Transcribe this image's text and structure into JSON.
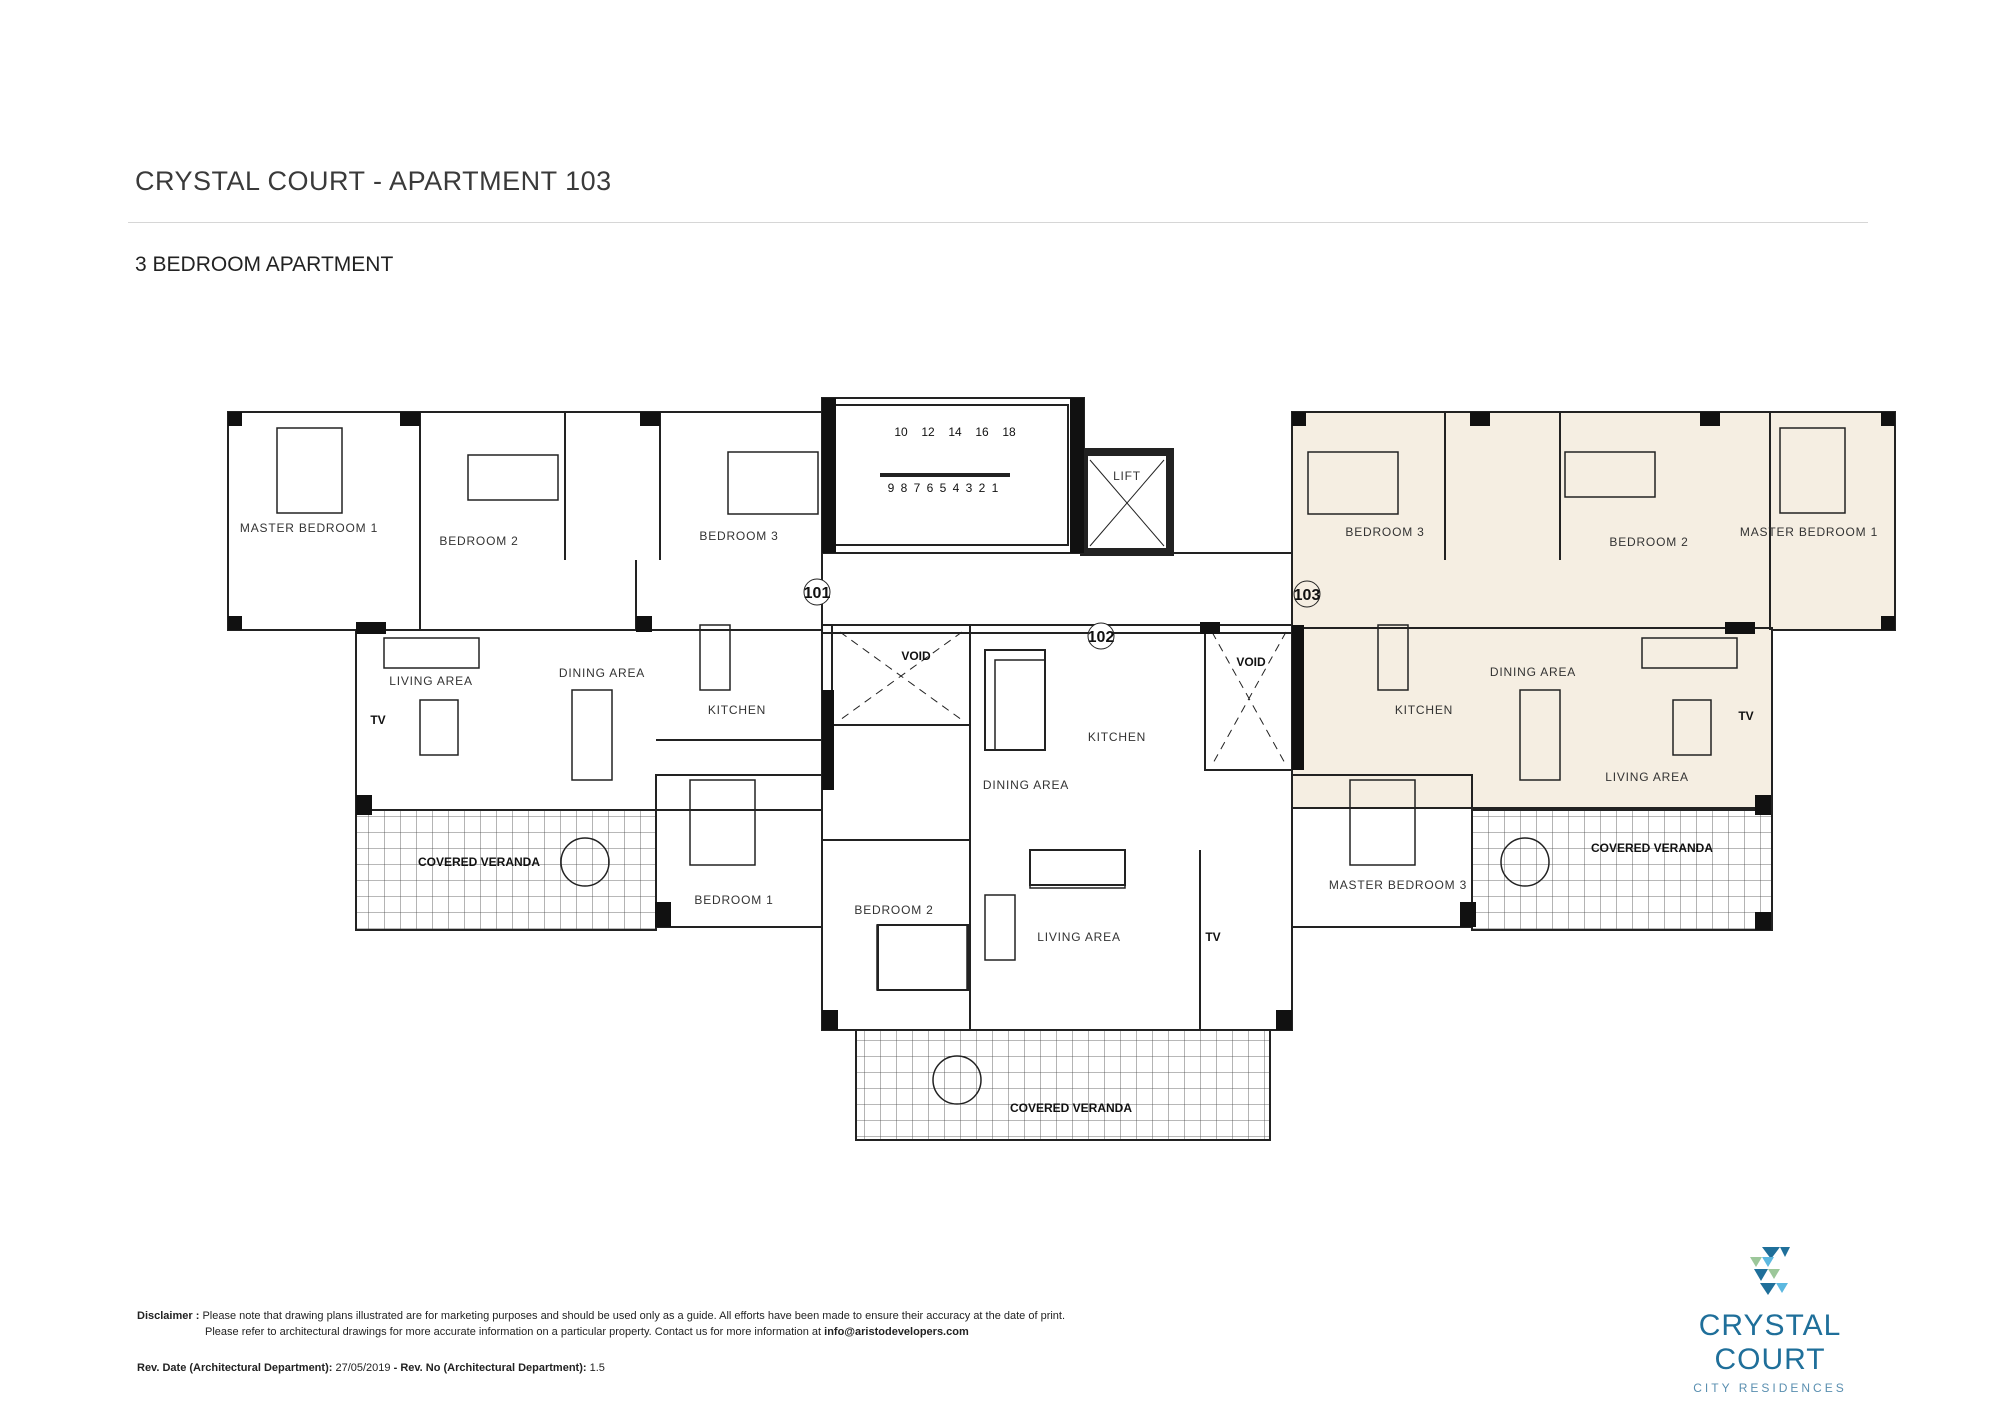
{
  "header": {
    "title": "CRYSTAL COURT - APARTMENT 103",
    "subtitle": "3 BEDROOM APARTMENT"
  },
  "plan": {
    "highlight_color": "#f5eee2",
    "unit_numbers": [
      "101",
      "102",
      "103"
    ],
    "lift": "LIFT",
    "stairs_top": [
      "10",
      "12",
      "14",
      "16",
      "18"
    ],
    "stairs_bottom": [
      "9",
      "8",
      "7",
      "6",
      "5",
      "4",
      "3",
      "2",
      "1"
    ],
    "left_unit": {
      "master_bedroom": "MASTER BEDROOM 1",
      "bedroom2": "BEDROOM 2",
      "bedroom3": "BEDROOM 3",
      "living": "LIVING AREA",
      "dining": "DINING AREA",
      "kitchen": "KITCHEN",
      "tv": "TV",
      "veranda": "COVERED VERANDA",
      "bedroom1": "BEDROOM 1",
      "void": "VOID"
    },
    "middle_unit": {
      "kitchen": "KITCHEN",
      "dining": "DINING AREA",
      "bedroom2": "BEDROOM 2",
      "living": "LIVING AREA",
      "tv": "TV",
      "veranda": "COVERED VERANDA",
      "void": "VOID"
    },
    "right_unit": {
      "bedroom3": "BEDROOM 3",
      "bedroom2": "BEDROOM 2",
      "master_bedroom": "MASTER BEDROOM 1",
      "dining": "DINING AREA",
      "kitchen": "KITCHEN",
      "living": "LIVING AREA",
      "tv": "TV",
      "veranda": "COVERED VERANDA",
      "master_bedroom3": "MASTER BEDROOM 3"
    }
  },
  "footer": {
    "disclaimer_label": "Disclaimer :",
    "disclaimer_line1": "Please note that drawing plans illustrated are for marketing purposes and should be used only as a guide. All efforts have been made to ensure their accuracy at the date of print.",
    "disclaimer_line2": "Please refer to architectural drawings for more accurate information on a particular property. Contact us for more information at",
    "email": "info@aristodevelopers.com",
    "rev_date_label": "Rev. Date (Architectural Department):",
    "rev_date": "27/05/2019",
    "rev_no_label": "- Rev. No (Architectural Department):",
    "rev_no": "1.5"
  },
  "logo": {
    "name": "CRYSTAL COURT",
    "tagline": "CITY RESIDENCES",
    "colors": [
      "#1f6f9a",
      "#5cb8e0",
      "#9cc79a"
    ]
  }
}
